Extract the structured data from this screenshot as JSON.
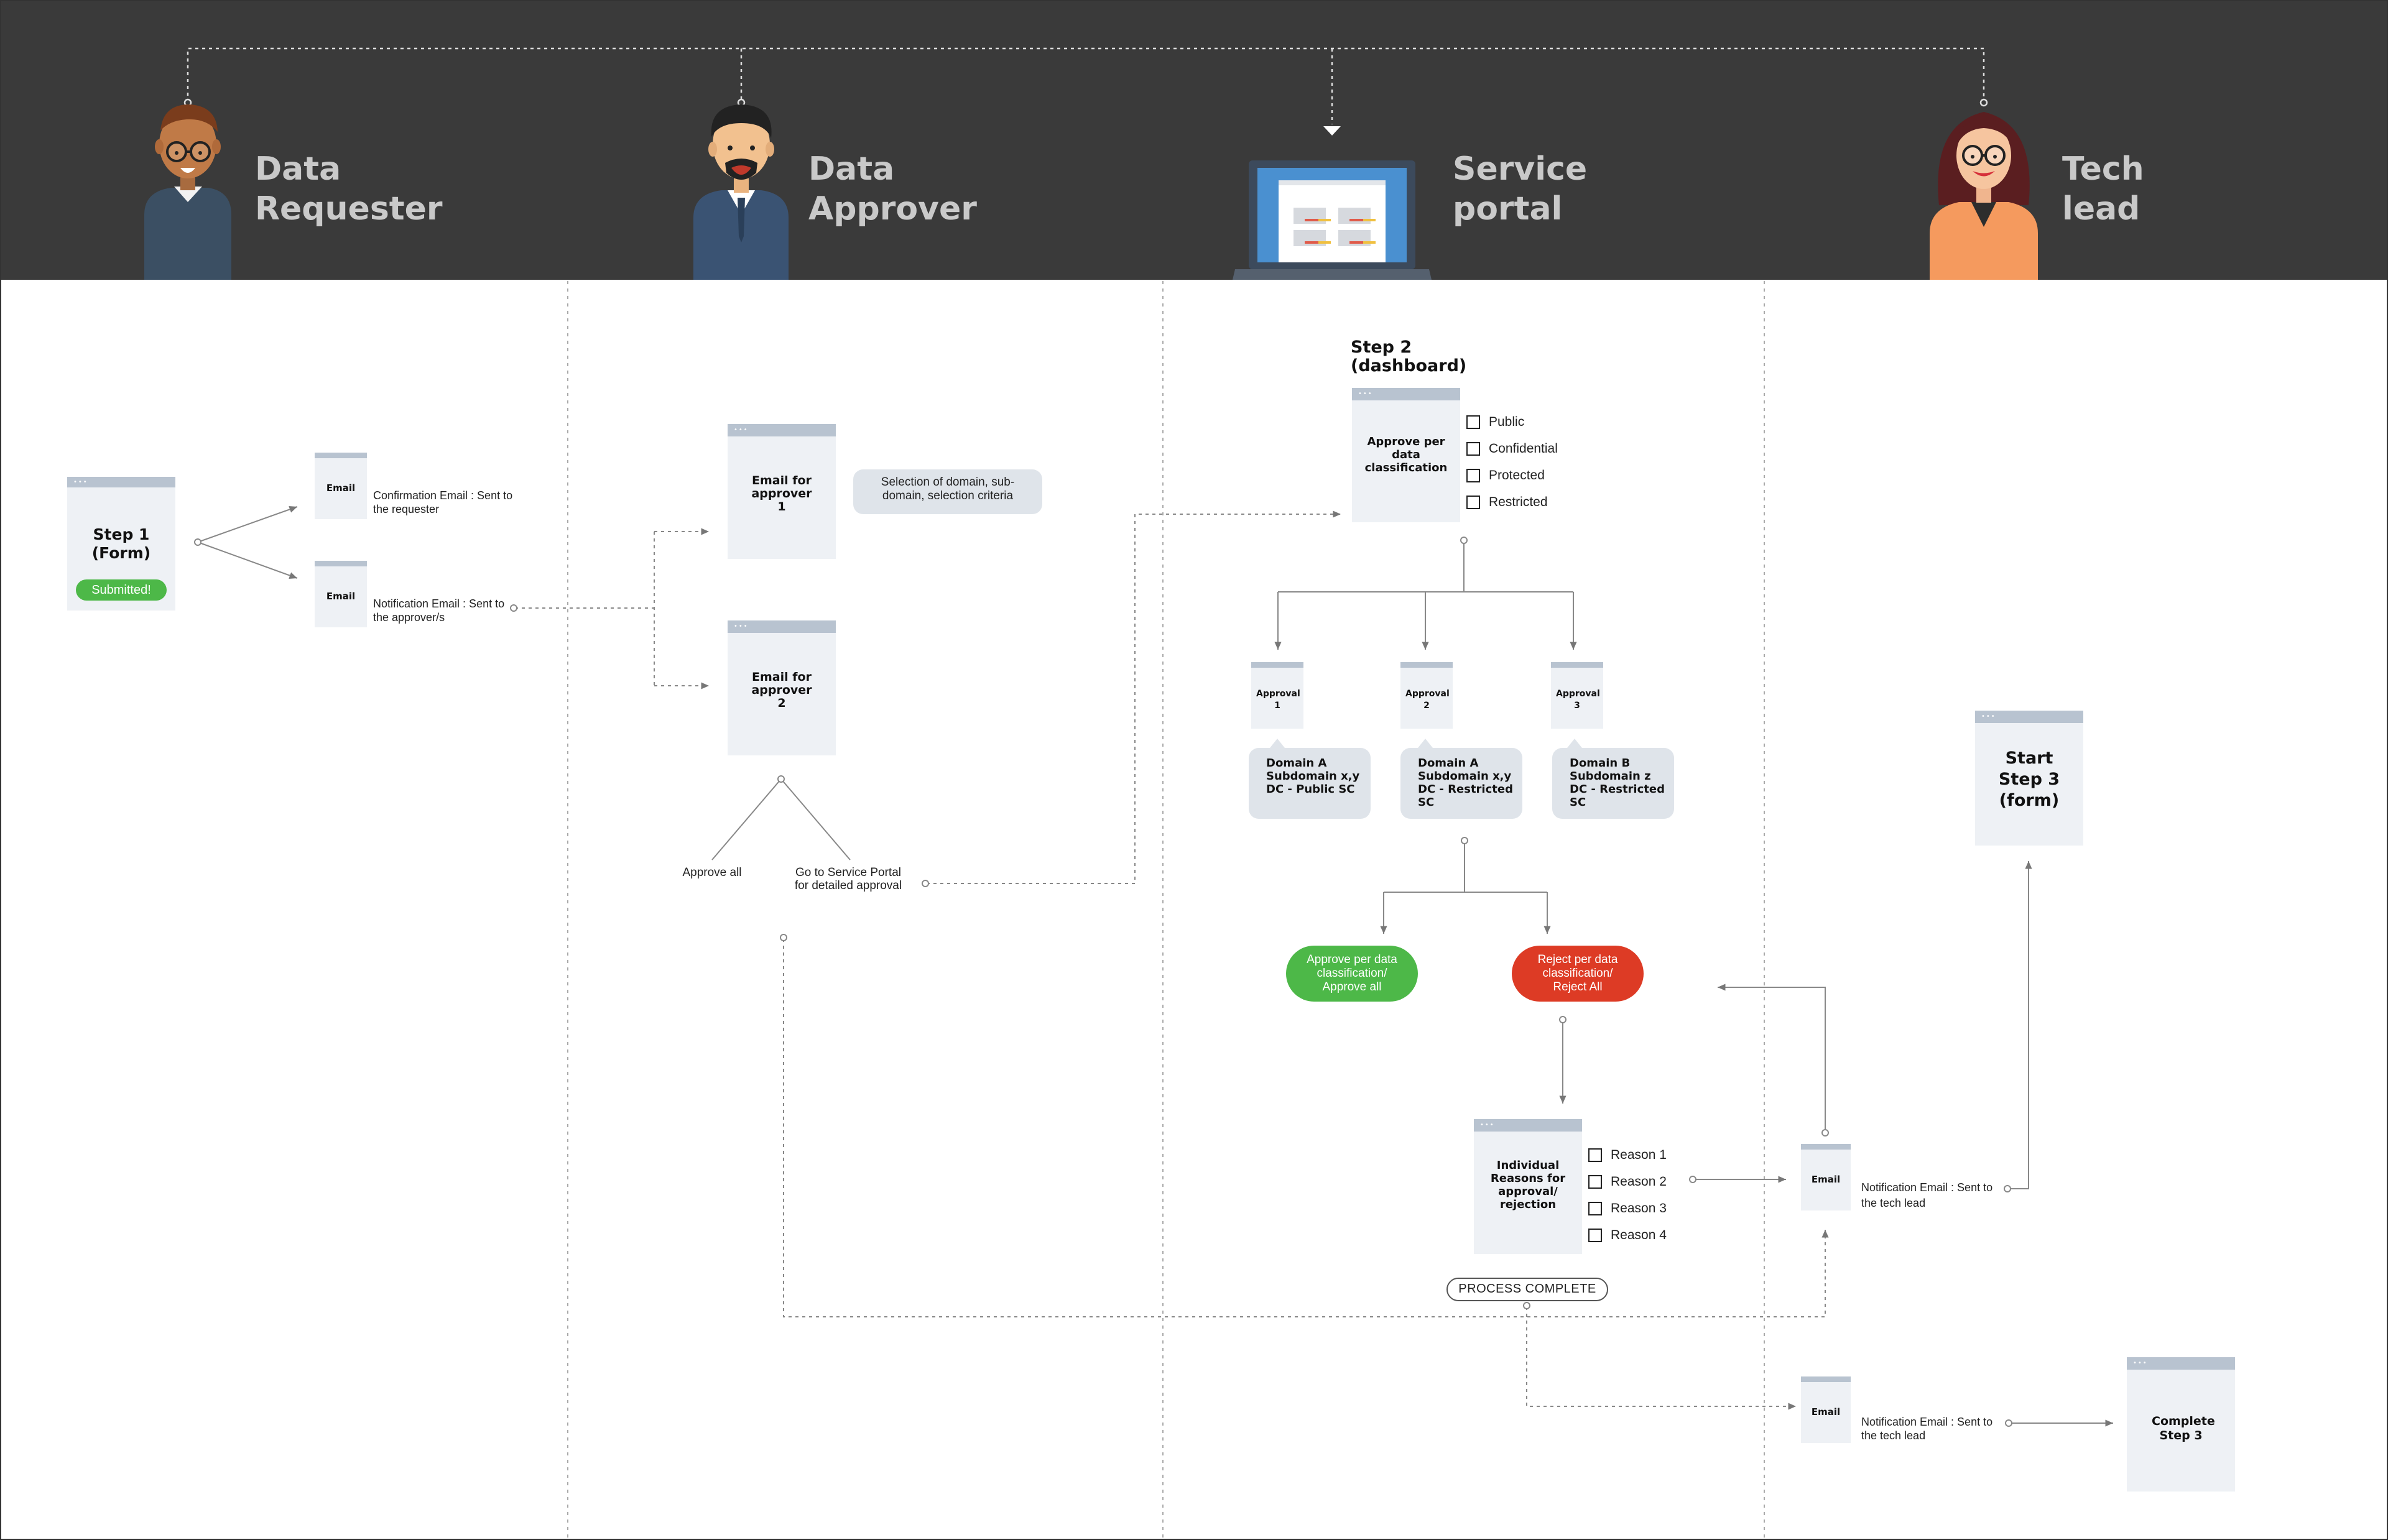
{
  "lanes": [
    {
      "name": "Data Requester"
    },
    {
      "name": "Data Approver"
    },
    {
      "name": "Service portal"
    },
    {
      "name": "Tech lead"
    }
  ],
  "requester": {
    "step1_title": "Step 1 (Form)",
    "submitted_badge": "Submitted!",
    "confirm_email_title": "Email",
    "confirm_email_label": "Confirmation Email : Sent to the requester",
    "notify_email_title": "Email",
    "notify_email_label": "Notification Email : Sent to the approver/s"
  },
  "approver": {
    "email1_title": "Email for approver 1",
    "email1_note": "Selection of domain, sub-domain, selection criteria",
    "email2_title": "Email for approver 2",
    "approve_all": "Approve all",
    "go_portal": "Go to Service Portal for detailed approval"
  },
  "portal": {
    "step2_heading": "Step 2 (dashboard)",
    "approve_box_title": "Approve per data classification",
    "classifications": [
      "Public",
      "Confidential",
      "Protected",
      "Restricted"
    ],
    "approvals": [
      {
        "title": "Approval 1",
        "note": "Domain A Subdomain x,y DC - Public SC"
      },
      {
        "title": "Approval 2",
        "note": "Domain A Subdomain x,y DC - Restricted SC"
      },
      {
        "title": "Approval 3",
        "note": "Domain B Subdomain z DC - Restricted SC"
      }
    ],
    "approve_pill": "Approve per data classification/ Approve all",
    "reject_pill": "Reject per data classification/ Reject All",
    "reasons_box_title": "Individual Reasons for approval/ rejection",
    "reasons": [
      "Reason 1",
      "Reason 2",
      "Reason 3",
      "Reason 4"
    ],
    "process_complete": "PROCESS COMPLETE"
  },
  "techlead": {
    "start_step3": "Start Step 3 (form)",
    "email_a_title": "Email",
    "email_a_label": "Notification Email : Sent to the tech lead",
    "email_b_title": "Email",
    "email_b_label": "Notification Email : Sent to the tech lead",
    "complete_step3": "Complete Step 3"
  },
  "colors": {
    "header_bg": "#3a3a3a",
    "green": "#4db848",
    "red": "#dd3b25",
    "page_fill": "#eef1f5",
    "page_bar": "#b8c3d0"
  }
}
